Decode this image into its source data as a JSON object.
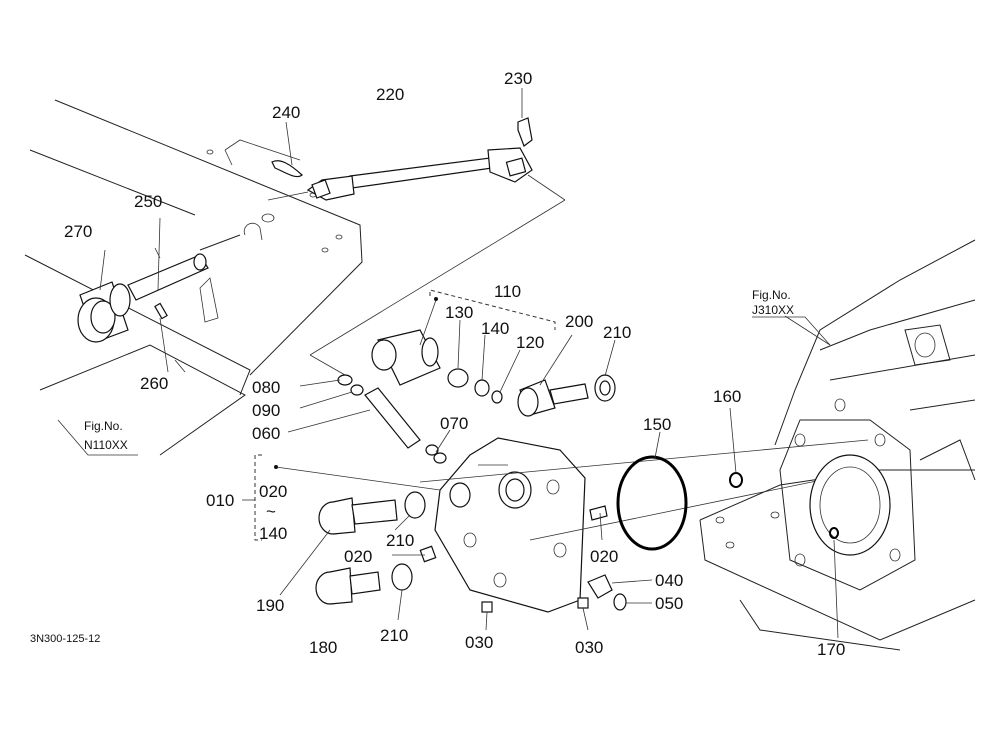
{
  "drawing_code": "3N300-125-12",
  "refs": {
    "left_fig_label": "Fig.No.",
    "left_fig_code": "N110XX",
    "right_fig_label": "Fig.No.",
    "right_fig_code": "J310XX"
  },
  "callouts": {
    "p240": "240",
    "p220": "220",
    "p230": "230",
    "p250": "250",
    "p270": "270",
    "p260": "260",
    "p110": "110",
    "p130": "130",
    "p140": "140",
    "p120": "120",
    "p200": "200",
    "p210a": "210",
    "p080": "080",
    "p090": "090",
    "p060": "060",
    "p070": "070",
    "p150": "150",
    "p160": "160",
    "p010": "010",
    "p020r1": "020",
    "tilde": "~",
    "p140r": "140",
    "p210b": "210",
    "p020a": "020",
    "p020b": "020",
    "p190": "190",
    "p040": "040",
    "p050": "050",
    "p180": "180",
    "p210c": "210",
    "p030a": "030",
    "p030b": "030",
    "p170": "170"
  }
}
